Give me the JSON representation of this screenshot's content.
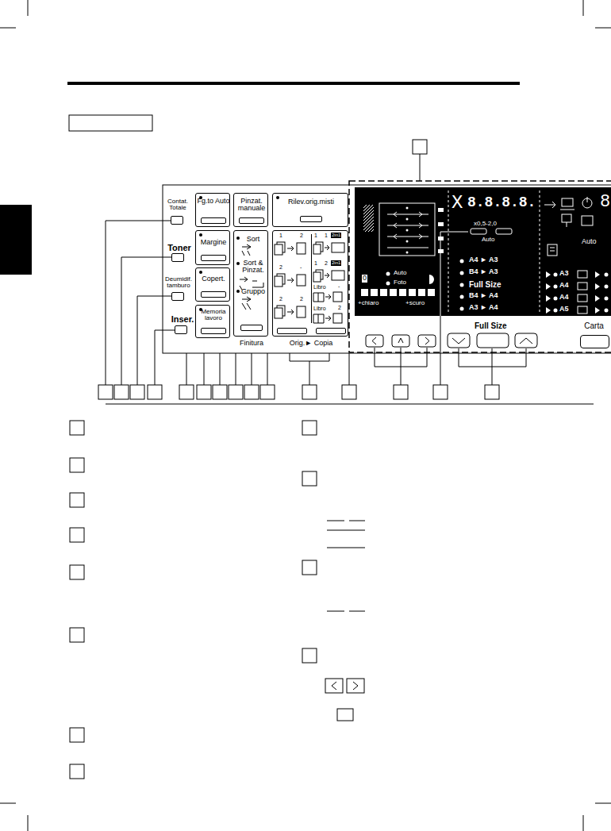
{
  "diagram": {
    "nodes": [
      {
        "text": [
          "Contat. Totale"
        ]
      },
      {
        "text": [
          "Toner"
        ]
      },
      {
        "text": [
          "Deumidif. tamburo"
        ]
      },
      {
        "text": [
          "Inser."
        ]
      },
      {
        "text": [
          "Fg.to Auto"
        ]
      },
      {
        "text": [
          "Pinzat. manuale"
        ]
      },
      {
        "text": [
          "Rilev.orig.misti"
        ]
      },
      {
        "text": [
          "Margine"
        ]
      },
      {
        "text": [
          "Copert."
        ]
      },
      {
        "text": [
          "Memoria lavoro"
        ]
      },
      {
        "text": [
          "Sort",
          "Sort & Pinzat.",
          "Gruppo",
          "Finitura"
        ]
      },
      {
        "text": [
          "Orig.► Copia"
        ]
      },
      {
        "text": [
          "Carta"
        ]
      }
    ],
    "labels": [
      "1",
      "2",
      "2",
      "-",
      "2",
      "2",
      "1",
      "1",
      "2in1",
      "1",
      "2",
      "2in1",
      "Libro",
      "-",
      "Libro",
      "2",
      "Auto",
      "Foto",
      "0",
      "+chiaro",
      "+scuro",
      "X",
      "8.8.8.8.",
      "x0,5-2,0",
      "Auto",
      "A4 ► A3",
      "B4 ► A3",
      "Full Size",
      "B4 ► A4",
      "A3 ► A4",
      "Auto",
      "A3",
      "A4",
      "A4",
      "A5",
      "8",
      "Full Size"
    ]
  }
}
